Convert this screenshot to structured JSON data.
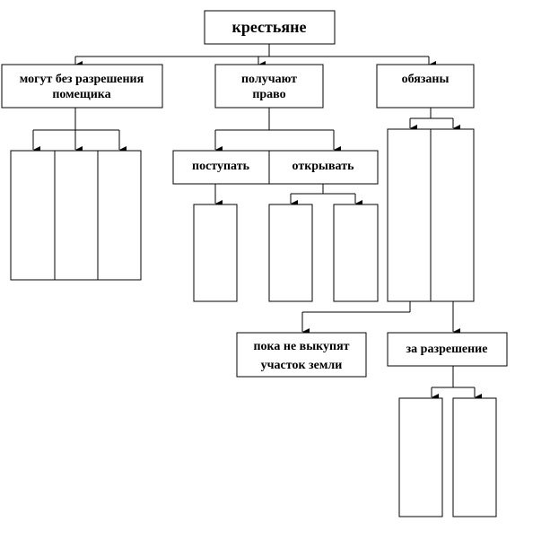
{
  "diagram": {
    "root": {
      "label": "крестьяне"
    },
    "branches": {
      "can": {
        "line1": "могут без разрешения",
        "line2": "помещика"
      },
      "receive": {
        "line1": "получают",
        "line2": "право"
      },
      "obliged": {
        "label": "обязаны"
      }
    },
    "receive_children": {
      "enter": {
        "label": "поступать"
      },
      "open": {
        "label": "открывать"
      }
    },
    "obliged_children": {
      "until": {
        "line1": "пока не выкупят",
        "line2": "участок земли"
      },
      "permission": {
        "label": "за разрешение"
      }
    },
    "colors": {
      "stroke": "#000000",
      "fill": "#ffffff"
    }
  }
}
